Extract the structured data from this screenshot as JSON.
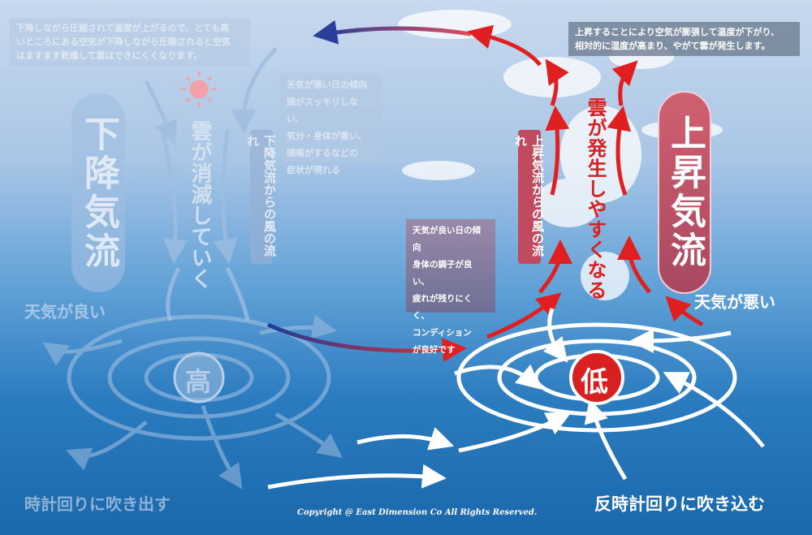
{
  "notes": {
    "top_left": [
      "下降しながら圧縮されて温度が上がるので、とても高",
      "いところにある空気が下降しながら圧縮されると空気",
      "はますます乾燥して雲はできにくくなります。"
    ],
    "top_right": [
      "上昇することにより空気が膨張して温度が下がり、",
      "相対的に湿度が高まり、やがて雲が発生します。"
    ],
    "bad_weather_tendency": [
      "天気が悪い日の傾向",
      "頭がスッキリしない、",
      "気分・身体が重い、",
      "頭痛がするなどの",
      "症状が現れる"
    ],
    "good_weather_tendency": [
      "天気が良い日の傾向",
      "身体の調子が良い、",
      "疲れが残りにくく、",
      "コンディション",
      "が良好です"
    ]
  },
  "left": {
    "title": "下降気流",
    "cloud_text": "雲が消滅していく",
    "wind_label": "下降気流からの風の流れ",
    "weather": "天気が良い",
    "center": "高",
    "rotation": "時計回りに吹き出す"
  },
  "right": {
    "title": "上昇気流",
    "cloud_text": "雲が発生しやすくなる",
    "wind_label": "上昇気流からの風の流れ",
    "weather": "天気が悪い",
    "center": "低",
    "rotation": "反時計回りに吹き込む"
  },
  "copyright": "Copyright @ East Dimension Co All Rights Reserved.",
  "colors": {
    "red": "#e02020",
    "faded": "#8fb0d6",
    "pill_red": "#c0566a"
  }
}
